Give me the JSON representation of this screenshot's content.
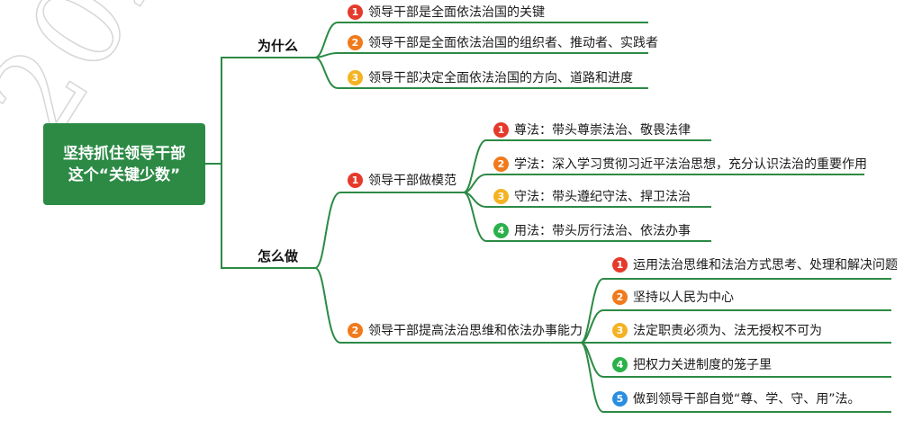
{
  "watermark": "202",
  "colors": {
    "line": "#2c8a45",
    "b1": "#e53a2b",
    "b2": "#f07a1c",
    "b3": "#f4b323",
    "b4": "#2bb14a",
    "b5": "#2a8de0"
  },
  "root": {
    "line1": "坚持抓住领导干部",
    "line2": "这个“关键少数”"
  },
  "why": {
    "label": "为什么",
    "items": [
      {
        "num": "1",
        "text": "领导干部是全面依法治国的关键"
      },
      {
        "num": "2",
        "text": "领导干部是全面依法治国的组织者、推动者、实践者"
      },
      {
        "num": "3",
        "text": "领导干部决定全面依法治国的方向、道路和进度"
      }
    ]
  },
  "how": {
    "label": "怎么做",
    "branch1": {
      "num": "1",
      "text": "领导干部做模范",
      "items": [
        {
          "num": "1",
          "text": "尊法：带头尊崇法治、敬畏法律"
        },
        {
          "num": "2",
          "text": "学法：深入学习贯彻习近平法治思想，充分认识法治的重要作用"
        },
        {
          "num": "3",
          "text": "守法：带头遵纪守法、捍卫法治"
        },
        {
          "num": "4",
          "text": "用法：带头厉行法治、依法办事"
        }
      ]
    },
    "branch2": {
      "num": "2",
      "text": "领导干部提高法治思维和依法办事能力",
      "items": [
        {
          "num": "1",
          "text": "运用法治思维和法治方式思考、处理和解决问题"
        },
        {
          "num": "2",
          "text": "坚持以人民为中心"
        },
        {
          "num": "3",
          "text": "法定职责必须为、法无授权不可为"
        },
        {
          "num": "4",
          "text": "把权力关进制度的笼子里"
        },
        {
          "num": "5",
          "text": "做到领导干部自觉“尊、学、守、用”法。"
        }
      ]
    }
  }
}
